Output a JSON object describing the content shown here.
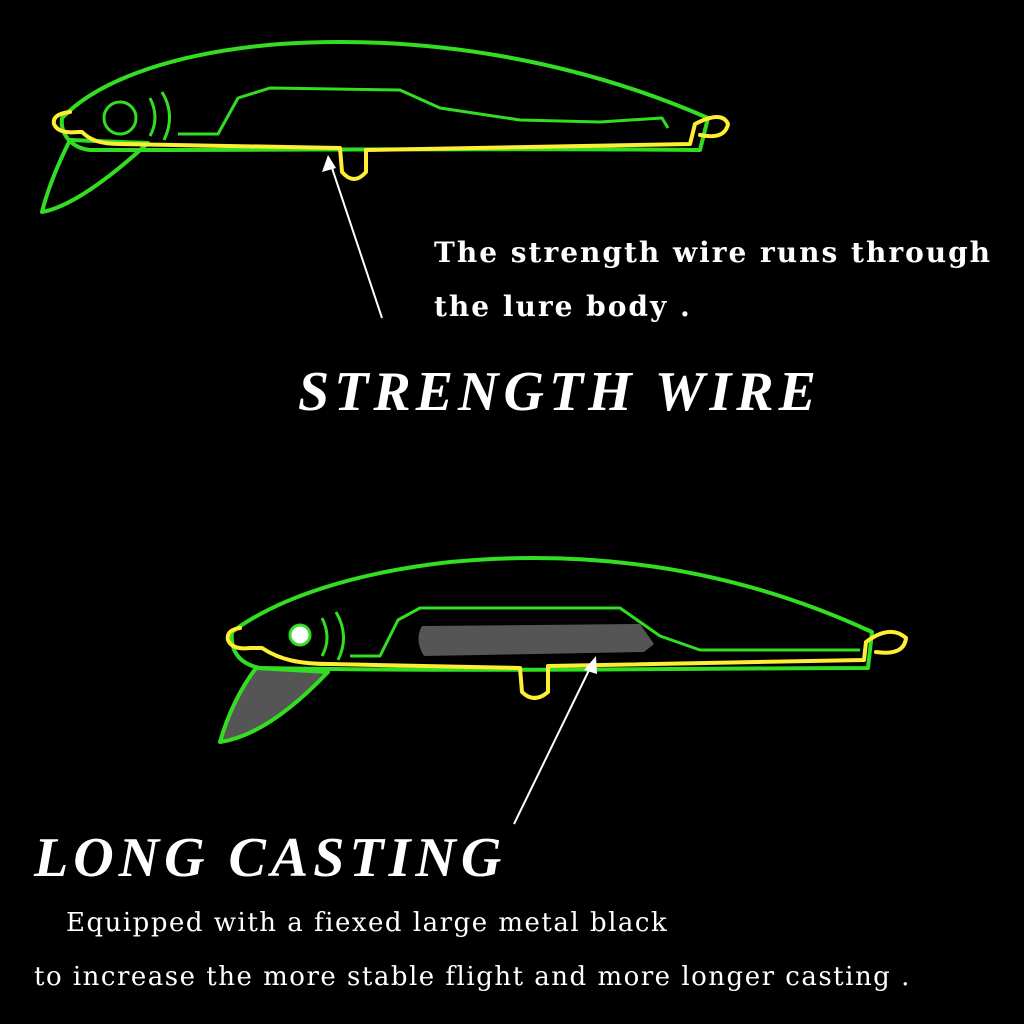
{
  "colors": {
    "background": "#000000",
    "lure_outline": "#33dd22",
    "wire": "#ffee33",
    "metal_block": "#555555",
    "arrow": "#ffffff",
    "text": "#ffffff"
  },
  "strength_section": {
    "description_line1": "The strength wire runs through",
    "description_line2": "the lure body .",
    "heading": "STRENGTH WIRE"
  },
  "casting_section": {
    "heading": "LONG CASTING",
    "description_line1": "Equipped with a fiexed large metal black",
    "description_line2": "to increase the more stable flight and more longer casting ."
  }
}
